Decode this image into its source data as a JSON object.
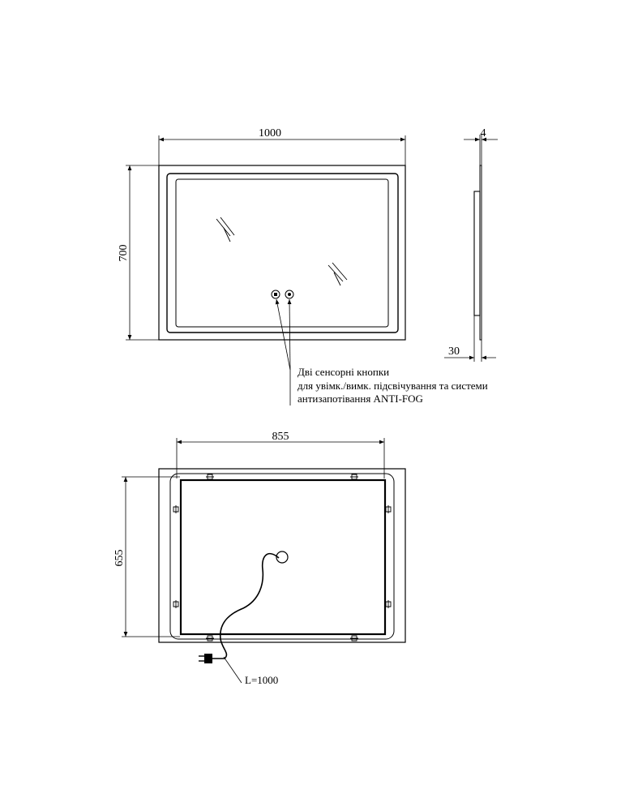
{
  "front_view": {
    "width_label": "1000",
    "height_label": "700"
  },
  "side_view": {
    "thickness_label": "4",
    "depth_label": "30"
  },
  "annotation": {
    "line1": "Дві сенсорні кнопки",
    "line2": "для увімк./вимк. підсвічування та системи",
    "line3": "антизапотівання ANTI-FOG"
  },
  "back_view": {
    "width_label": "855",
    "height_label": "655",
    "cable_label": "L=1000"
  }
}
